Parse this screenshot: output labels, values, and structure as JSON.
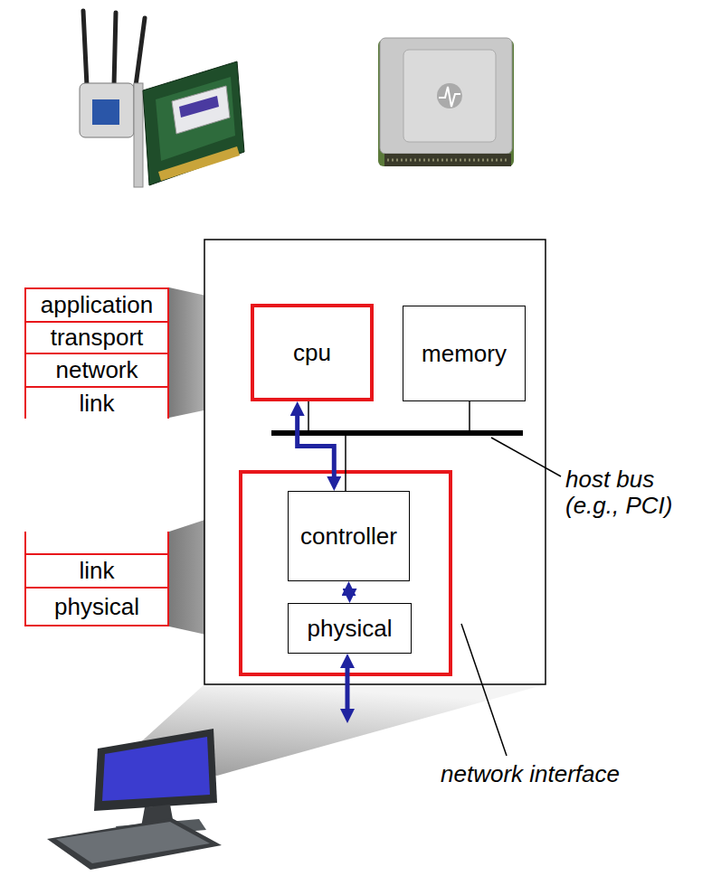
{
  "diagram": {
    "nodes": [
      {
        "text": [
          "application"
        ]
      },
      {
        "text": [
          "transport"
        ]
      },
      {
        "text": [
          "network"
        ]
      },
      {
        "text": [
          "link"
        ]
      },
      {
        "text": [
          "cpu"
        ]
      },
      {
        "text": [
          "memory"
        ]
      },
      {
        "text": [
          "controller"
        ]
      },
      {
        "text": [
          "link"
        ]
      },
      {
        "text": [
          "physical"
        ]
      },
      {
        "text": [
          "physical"
        ]
      }
    ],
    "edges": [
      {
        "from": 4,
        "to": 6,
        "arrow": "both"
      },
      {
        "from": 6,
        "to": 9,
        "arrow": "both"
      }
    ],
    "labels": [
      "host bus (e.g., PCI)",
      "network interface"
    ]
  }
}
